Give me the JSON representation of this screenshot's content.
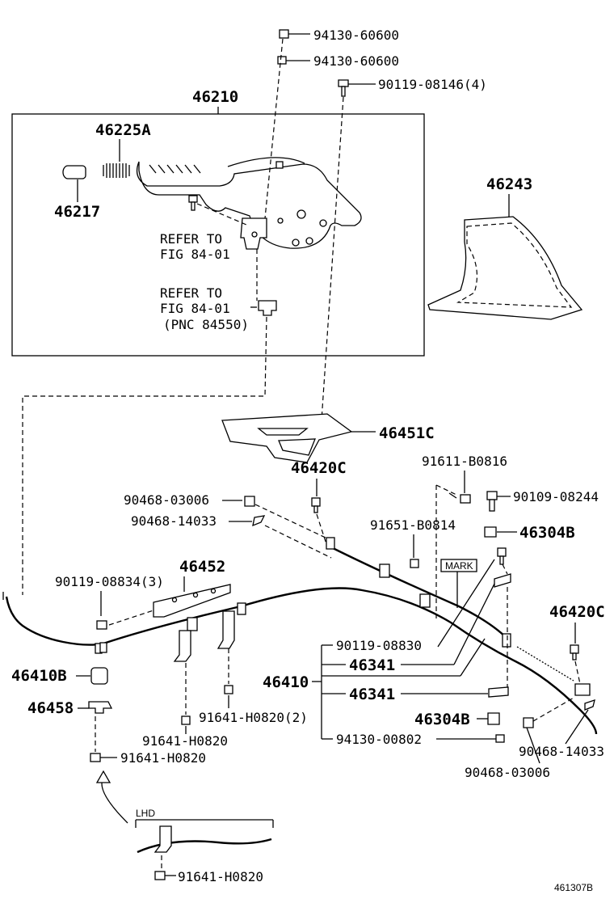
{
  "labels": {
    "p94130_60600_a": "94130-60600",
    "p94130_60600_b": "94130-60600",
    "p90119_08146": "90119-08146(4)",
    "p46210": "46210",
    "p46225A": "46225A",
    "p46217": "46217",
    "refer1_a": "REFER TO",
    "refer1_b": "FIG 84-01",
    "refer2_a": "REFER TO",
    "refer2_b": "FIG 84-01",
    "refer2_c": "(PNC 84550)",
    "p46243": "46243",
    "p46451C": "46451C",
    "p46420C_top": "46420C",
    "p91611_B0816": "91611-B0816",
    "p90468_03006_top": "90468-03006",
    "p90109_08244": "90109-08244",
    "p90468_14033_top": "90468-14033",
    "p91651_B0814": "91651-B0814",
    "p46304B_top": "46304B",
    "p46452": "46452",
    "mark": "MARK",
    "p90119_08834": "90119-08834(3)",
    "p46420C_right": "46420C",
    "p90119_08830": "90119-08830",
    "p46341_a": "46341",
    "p46410": "46410",
    "p46341_b": "46341",
    "p46410B": "46410B",
    "p46304B_bot": "46304B",
    "p46458": "46458",
    "p91641_H0820_2": "91641-H0820(2)",
    "p94130_00802": "94130-00802",
    "p91641_H0820_a": "91641-H0820",
    "p90468_14033_bot": "90468-14033",
    "p91641_H0820_b": "91641-H0820",
    "p90468_03006_bot": "90468-03006",
    "lhd": "LHD",
    "p91641_H0820_c": "91641-H0820",
    "fig_code": "461307B"
  }
}
